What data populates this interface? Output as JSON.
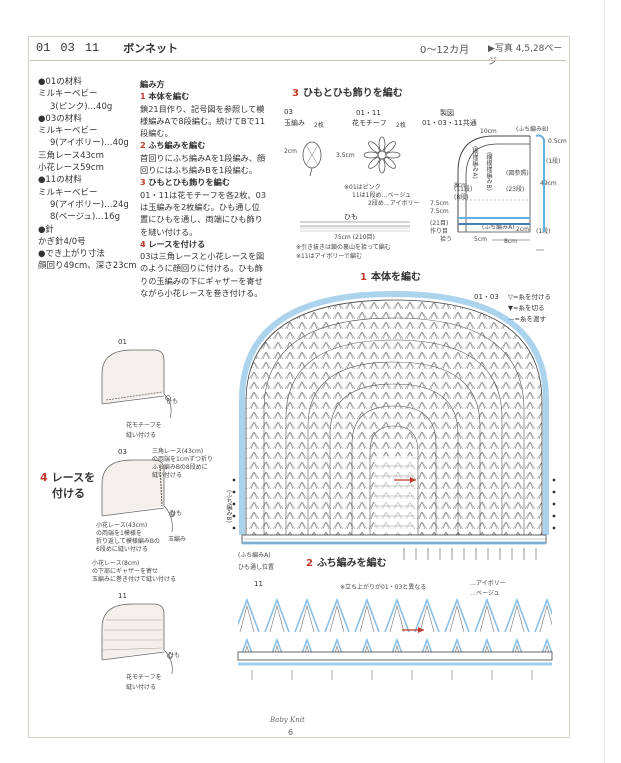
{
  "header": {
    "nums": [
      "01",
      "03",
      "11"
    ],
    "title": "ボンネット",
    "age": "0〜12カ月",
    "photo_ref": "▶写真 4,5,28ページ"
  },
  "materials": [
    "●01の材料",
    "ミルキーベビー",
    "3(ピンク)…40g",
    "●03の材料",
    "ミルキーベビー",
    "9(アイボリー)…40g",
    "三角レース43cm",
    "小花レース59cm",
    "●11の材料",
    "ミルキーベビー",
    "9(アイボリー)…24g",
    "8(ベージュ)…16g",
    "●針",
    "かぎ針4/0号",
    "●でき上がり寸法",
    "顔回り49cm、深さ23cm"
  ],
  "howto": {
    "heading": "編み方",
    "steps": [
      {
        "num": "1",
        "title": "本体を編む",
        "text": "鎖21目作り、記号図を参照して模様編みAで8段編む。続けてBで11段編む。"
      },
      {
        "num": "2",
        "title": "ふち編みを編む",
        "text": "首回りにふち編みAを1段編み、顔回りにはふち編みBを1段編む。"
      },
      {
        "num": "3",
        "title": "ひもとひも飾りを編む",
        "text": "01・11は花モチーフを各2枚、03は玉編みを2枚編む。ひも通し位置にひもを通し、両端にひも飾りを縫い付ける。"
      },
      {
        "num": "4",
        "title": "レースを付ける",
        "text": "03は三角レースと小花レースを図のように顔回りに付ける。ひも飾りの玉編みの下にギャザーを寄せながら小花レースを巻き付ける。"
      }
    ]
  },
  "section3": {
    "num": "3",
    "title": "ひもとひも飾りを編む",
    "ball_label_id": "03",
    "ball_label": "玉編み",
    "ball_count": "2枚",
    "ball_size": "2cm",
    "flower_label_id": "01・11",
    "flower_label": "花モチーフ",
    "flower_count": "2枚",
    "flower_size": "3.5cm",
    "flower_note1": "※01はピンク",
    "flower_note2": "11は1段め…ベージュ",
    "flower_note3": "2段め…アイボリー",
    "string_label": "ひも",
    "string_length": "75cm (210目)",
    "string_note1": "※引き抜きは鎖の裏山を拾って編む",
    "string_note2": "※11はアイボリーで編む",
    "plan_title": "製図",
    "plan_sub": "01・03・11共通",
    "plan_labels": [
      "10cm",
      "(ふち編みB)",
      "0.5cm",
      "(1段)",
      "49cm",
      "(横模様編みB)",
      "(模様編みA)",
      "(11段)",
      "8cm",
      "(8段)",
      "7.5cm",
      "(21目)",
      "作り目",
      "5cm",
      "8cm",
      "2cm",
      "(1段)",
      "(ふち編みA)",
      "7.5cm",
      "拾う",
      "(23段)",
      "(図参照)"
    ]
  },
  "section1": {
    "num": "1",
    "title": "本体を編む",
    "chart_id": "01・03",
    "legend": [
      "▽=糸を付ける",
      "▼=糸を切る",
      "—=糸を渡す"
    ],
    "bottom_labels": [
      "(ふち編みA)",
      "ひも通し位置",
      "(ふち編みB)"
    ]
  },
  "section2": {
    "num": "2",
    "title": "ふち編みを編む",
    "chart_id": "11",
    "note": "※立ち上がりが01・03と異なる",
    "legend": [
      "…アイボリー",
      "…ベージュ"
    ]
  },
  "section4": {
    "num": "4",
    "title_line1": "レースを",
    "title_line2": "付ける"
  },
  "figures": {
    "fig01_id": "01",
    "fig01_labels": [
      "ひも",
      "花モチーフを",
      "縫い付ける"
    ],
    "fig03_id": "03",
    "fig03_labels": [
      "三角レース(43cm)",
      "の両端を1cmずつ折り",
      "ふち編みBの8段めに",
      "縫い付ける",
      "ひも",
      "小花レース(43cm)",
      "の両端を1模様を",
      "折り返して模様編みBの",
      "6段めに縫い付ける",
      "玉編み",
      "小花レース(8cm)",
      "の下部にギャザーを寄せ",
      "玉編みに巻き付けて縫い付ける"
    ],
    "fig11_id": "11",
    "fig11_labels": [
      "ひも",
      "花モチーフを",
      "縫い付ける"
    ]
  },
  "footer": {
    "brand": "Baby Knit",
    "page": "6"
  },
  "colors": {
    "accent": "#c0392b",
    "blue_edge": "#66aee0",
    "stitch": "#555555"
  }
}
